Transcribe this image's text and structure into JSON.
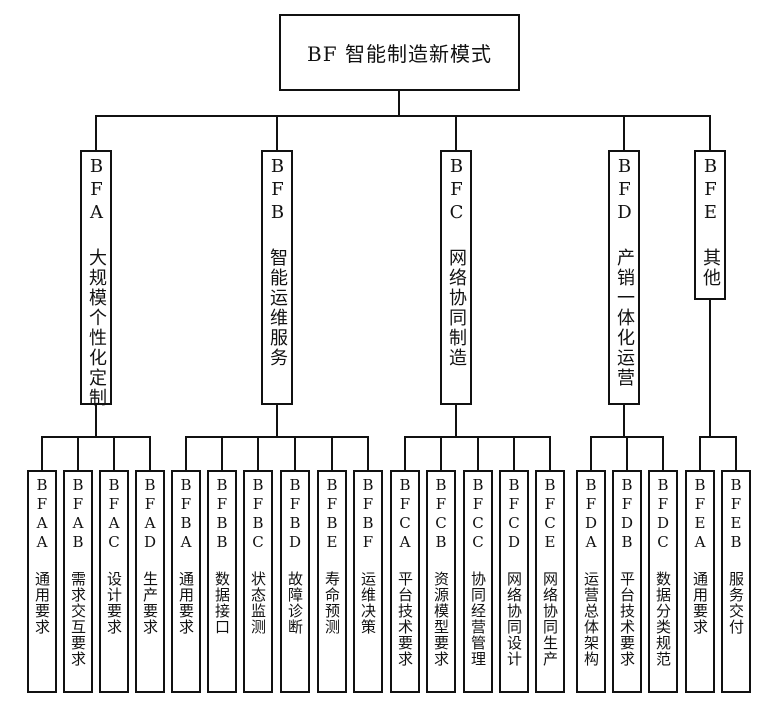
{
  "root": {
    "label": "BF 智能制造新模式"
  },
  "categories": [
    {
      "label": "BFA 大规模个性化定制",
      "children": [
        "BFAA 通用要求",
        "BFAB 需求交互要求",
        "BFAC 设计要求",
        "BFAD 生产要求"
      ]
    },
    {
      "label": "BFB 智能运维服务",
      "children": [
        "BFBA 通用要求",
        "BFBB 数据接口",
        "BFBC 状态监测",
        "BFBD 故障诊断",
        "BFBE 寿命预测",
        "BFBF 运维决策"
      ]
    },
    {
      "label": "BFC 网络协同制造",
      "children": [
        "BFCA 平台技术要求",
        "BFCB 资源模型要求",
        "BFCC 协同经营管理",
        "BFCD 网络协同设计",
        "BFCE 网络协同生产"
      ]
    },
    {
      "label": "BFD 产销一体化运营",
      "children": [
        "BFDA 运营总体架构",
        "BFDB 平台技术要求",
        "BFDC 数据分类规范"
      ]
    },
    {
      "label": "BFE 其他",
      "children": [
        "BFEA 通用要求",
        "BFEB 服务交付"
      ]
    }
  ]
}
